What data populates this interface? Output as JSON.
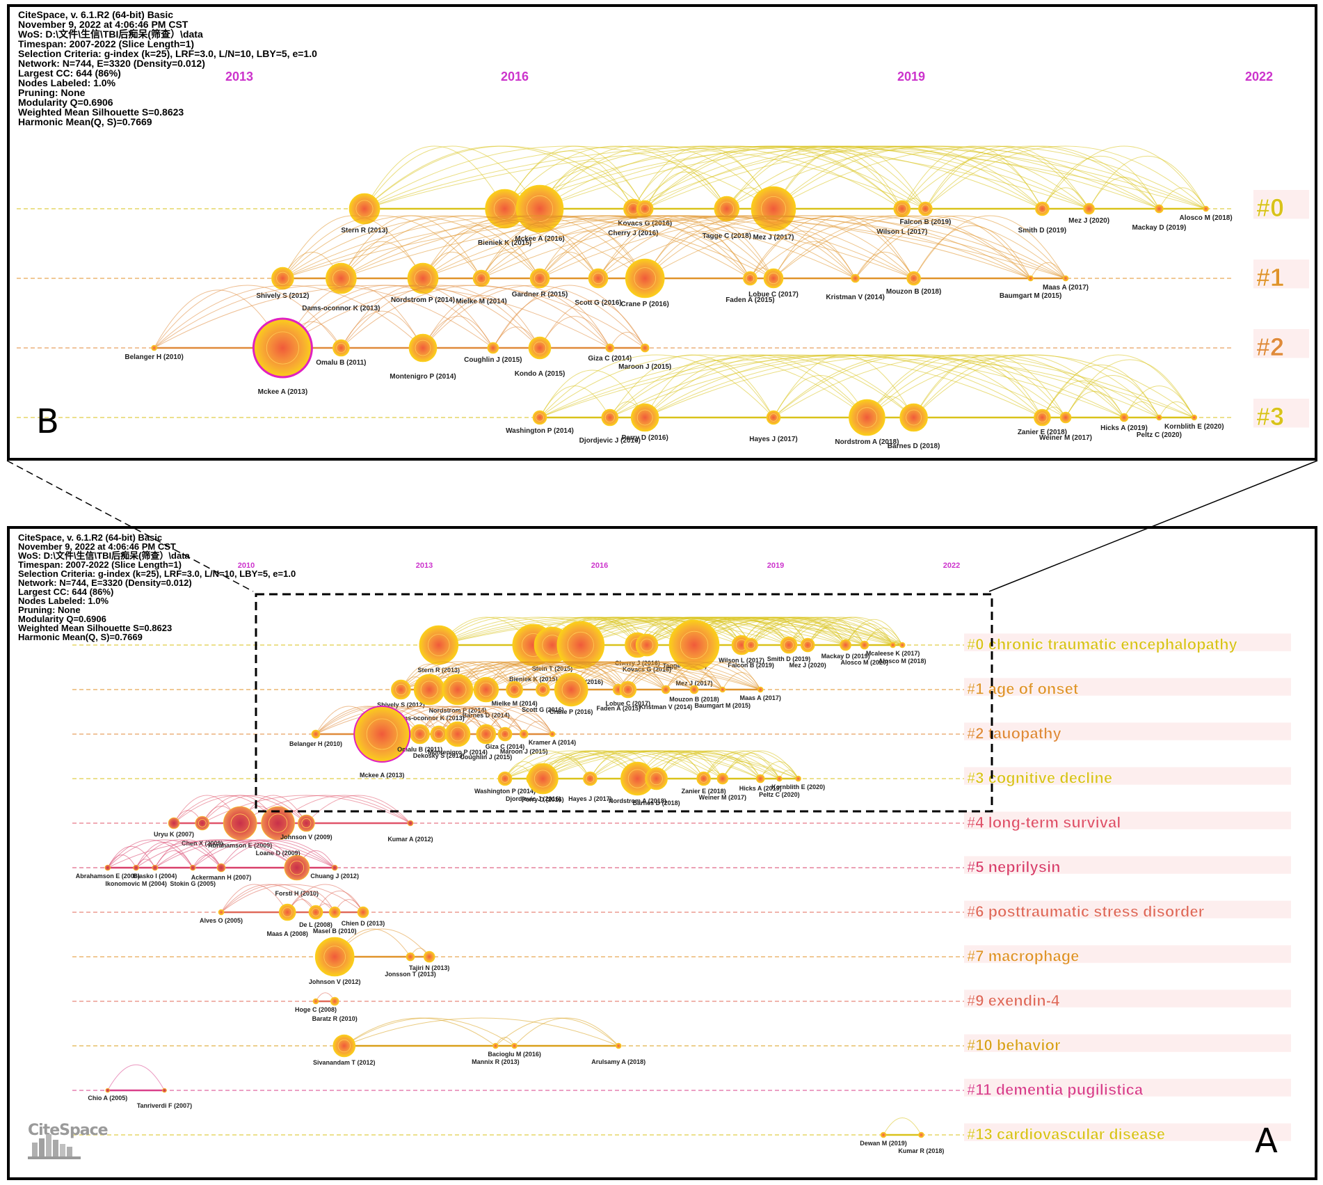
{
  "info": {
    "lines": [
      "CiteSpace, v. 6.1.R2 (64-bit) Basic",
      "November 9, 2022 at 4:06:46 PM CST",
      "WoS: D:\\文件\\生信\\TBI后痴呆(筛查）\\data",
      "Timespan: 2007-2022 (Slice Length=1)",
      "Selection Criteria: g-index (k=25), LRF=3.0, L/N=10, LBY=5, e=1.0",
      "Network: N=744, E=3320 (Density=0.012)",
      "Largest CC: 644 (86%)",
      "Nodes Labeled: 1.0%",
      "Pruning: None",
      "Modularity Q=0.6906",
      "Weighted Mean Silhouette S=0.8623",
      "Harmonic Mean(Q, S)=0.7669"
    ]
  },
  "panel_a": {
    "letter": "A",
    "logo_text": "CiteSpace",
    "years": [
      "2010",
      "2013",
      "2016",
      "2019",
      "2022"
    ],
    "clusters": [
      {
        "label": "#0 chronic traumatic encephalopathy",
        "color": "#d9c21a",
        "nodes": [
          {
            "t": 0.38,
            "r": 28,
            "label": "Stern R (2013)"
          },
          {
            "t": 0.48,
            "r": 30,
            "label": "Bieniek K (2015)"
          },
          {
            "t": 0.5,
            "r": 26,
            "label": "Stein T (2015)"
          },
          {
            "t": 0.53,
            "r": 34,
            "label": "Mckee A (2016)"
          },
          {
            "t": 0.59,
            "r": 18,
            "label": "Cherry J (2016)"
          },
          {
            "t": 0.6,
            "r": 16,
            "label": "Kovacs G (2016)"
          },
          {
            "t": 0.64,
            "r": 22,
            "label": "Tagge C (2018)"
          },
          {
            "t": 0.65,
            "r": 36,
            "label": "Mez J (2017)"
          },
          {
            "t": 0.7,
            "r": 14,
            "label": "Wilson L (2017)"
          },
          {
            "t": 0.71,
            "r": 10,
            "label": "Falcon B (2019)"
          },
          {
            "t": 0.75,
            "r": 12,
            "label": "Smith D (2019)"
          },
          {
            "t": 0.77,
            "r": 10,
            "label": "Mez J (2020)"
          },
          {
            "t": 0.81,
            "r": 8,
            "label": "Mackay D (2019)"
          },
          {
            "t": 0.83,
            "r": 6,
            "label": "Alosco M (2020)"
          },
          {
            "t": 0.86,
            "r": 4,
            "label": "Mcaleese K (2017)"
          },
          {
            "t": 0.87,
            "r": 4,
            "label": "Alosco M (2018)"
          }
        ]
      },
      {
        "label": "#1 age of onset",
        "color": "#e0932a",
        "nodes": [
          {
            "t": 0.34,
            "r": 14,
            "label": "Shively S (2012)"
          },
          {
            "t": 0.37,
            "r": 22,
            "label": "Dams-oconnor K (2013)"
          },
          {
            "t": 0.4,
            "r": 22,
            "label": "Nordstrom P (2014)"
          },
          {
            "t": 0.43,
            "r": 18,
            "label": "Barnes D (2014)"
          },
          {
            "t": 0.46,
            "r": 12,
            "label": "Mielke M (2014)"
          },
          {
            "t": 0.49,
            "r": 10,
            "label": "Scott G (2016)"
          },
          {
            "t": 0.52,
            "r": 24,
            "label": "Crane P (2016)"
          },
          {
            "t": 0.57,
            "r": 8,
            "label": "Faden A (2015)"
          },
          {
            "t": 0.58,
            "r": 12,
            "label": "Lobue C (2017)"
          },
          {
            "t": 0.62,
            "r": 6,
            "label": "Kristman V (2014)"
          },
          {
            "t": 0.65,
            "r": 6,
            "label": "Mouzon B (2018)"
          },
          {
            "t": 0.68,
            "r": 4,
            "label": "Baumgart M (2015)"
          },
          {
            "t": 0.72,
            "r": 4,
            "label": "Maas A (2017)"
          }
        ]
      },
      {
        "label": "#2 tauopathy",
        "color": "#e08a3a",
        "nodes": [
          {
            "t": 0.25,
            "r": 6,
            "label": "Belanger H (2010)"
          },
          {
            "t": 0.32,
            "r": 40,
            "label": "Mckee A (2013)"
          },
          {
            "t": 0.36,
            "r": 14,
            "label": "Omalu B (2011)"
          },
          {
            "t": 0.38,
            "r": 12,
            "label": "Dekosky S (2013)"
          },
          {
            "t": 0.4,
            "r": 18,
            "label": "Montenigro P (2014)"
          },
          {
            "t": 0.43,
            "r": 14,
            "label": "Coughlin J (2015)"
          },
          {
            "t": 0.45,
            "r": 10,
            "label": "Giza C (2014)"
          },
          {
            "t": 0.47,
            "r": 6,
            "label": "Maroon J (2015)"
          },
          {
            "t": 0.5,
            "r": 4,
            "label": "Kramer A (2014)"
          }
        ]
      },
      {
        "label": "#3 cognitive decline",
        "color": "#d9c21a",
        "nodes": [
          {
            "t": 0.45,
            "r": 10,
            "label": "Washington P (2014)"
          },
          {
            "t": 0.48,
            "r": 10,
            "label": "Djordjevic J (2016)"
          },
          {
            "t": 0.49,
            "r": 22,
            "label": "Perry D (2016)"
          },
          {
            "t": 0.54,
            "r": 10,
            "label": "Hayes J (2017)"
          },
          {
            "t": 0.59,
            "r": 24,
            "label": "Nordstrom A (2018)"
          },
          {
            "t": 0.61,
            "r": 16,
            "label": "Barnes D (2018)"
          },
          {
            "t": 0.66,
            "r": 10,
            "label": "Zanier E (2018)"
          },
          {
            "t": 0.68,
            "r": 8,
            "label": "Weiner M (2017)"
          },
          {
            "t": 0.72,
            "r": 6,
            "label": "Hicks A (2019)"
          },
          {
            "t": 0.74,
            "r": 4,
            "label": "Peltz C (2020)"
          },
          {
            "t": 0.76,
            "r": 4,
            "label": "Kornblith E (2020)"
          }
        ]
      },
      {
        "label": "#4 long-term survival",
        "color": "#e0546a",
        "nodes": [
          {
            "t": 0.1,
            "r": 8,
            "label": "Uryu K (2007)"
          },
          {
            "t": 0.13,
            "r": 10,
            "label": "Chen X (2009)"
          },
          {
            "t": 0.17,
            "r": 24,
            "label": "Abrahamson E (2009)"
          },
          {
            "t": 0.21,
            "r": 24,
            "label": "Loane D (2009)"
          },
          {
            "t": 0.24,
            "r": 12,
            "label": "Johnson V (2009)"
          },
          {
            "t": 0.35,
            "r": 4,
            "label": "Kumar A (2012)"
          }
        ]
      },
      {
        "label": "#5 neprilysin",
        "color": "#d9406a",
        "nodes": [
          {
            "t": 0.03,
            "r": 4,
            "label": "Abrahamson E (2006)"
          },
          {
            "t": 0.06,
            "r": 4,
            "label": "Ikonomovic M (2004)"
          },
          {
            "t": 0.08,
            "r": 4,
            "label": "Blasko I (2004)"
          },
          {
            "t": 0.12,
            "r": 4,
            "label": "Stokin G (2005)"
          },
          {
            "t": 0.15,
            "r": 6,
            "label": "Ackermann H (2007)"
          },
          {
            "t": 0.23,
            "r": 18,
            "label": "Forstl H (2010)"
          },
          {
            "t": 0.27,
            "r": 4,
            "label": "Chuang J (2012)"
          }
        ]
      },
      {
        "label": "#6 posttraumatic stress disorder",
        "color": "#e06a5a",
        "nodes": [
          {
            "t": 0.15,
            "r": 4,
            "label": "Alves O (2005)"
          },
          {
            "t": 0.22,
            "r": 12,
            "label": "Maas A (2008)"
          },
          {
            "t": 0.25,
            "r": 10,
            "label": "De L (2008)"
          },
          {
            "t": 0.27,
            "r": 8,
            "label": "Masel B (2010)"
          },
          {
            "t": 0.3,
            "r": 8,
            "label": "Chien D (2013)"
          }
        ]
      },
      {
        "label": "#7 macrophage",
        "color": "#e0932a",
        "nodes": [
          {
            "t": 0.27,
            "r": 28,
            "label": "Johnson V (2012)"
          },
          {
            "t": 0.35,
            "r": 6,
            "label": "Jonsson T (2013)"
          },
          {
            "t": 0.37,
            "r": 8,
            "label": "Tajiri N (2013)"
          }
        ]
      },
      {
        "label": "#9 exendin-4",
        "color": "#e06a5a",
        "nodes": [
          {
            "t": 0.25,
            "r": 4,
            "label": "Hoge C (2008)"
          },
          {
            "t": 0.27,
            "r": 6,
            "label": "Baratz R (2010)"
          }
        ]
      },
      {
        "label": "#10 behavior",
        "color": "#d9a01a",
        "nodes": [
          {
            "t": 0.28,
            "r": 16,
            "label": "Sivanandam T (2012)"
          },
          {
            "t": 0.44,
            "r": 4,
            "label": "Mannix R (2013)"
          },
          {
            "t": 0.46,
            "r": 4,
            "label": "Bacioglu M (2016)"
          },
          {
            "t": 0.57,
            "r": 4,
            "label": "Arulsamy A (2018)"
          }
        ]
      },
      {
        "label": "#11 dementia pugilistica",
        "color": "#d9408a",
        "nodes": [
          {
            "t": 0.03,
            "r": 3,
            "label": "Chio A (2005)"
          },
          {
            "t": 0.09,
            "r": 3,
            "label": "Tanriverdi F (2007)"
          }
        ]
      },
      {
        "label": "#13 cardiovascular disease",
        "color": "#d9c21a",
        "nodes": [
          {
            "t": 0.85,
            "r": 4,
            "label": "Dewan M (2019)"
          },
          {
            "t": 0.89,
            "r": 4,
            "label": "Kumar R (2018)"
          }
        ]
      }
    ]
  },
  "panel_b": {
    "letter": "B",
    "years": [
      "2013",
      "2016",
      "2019",
      "2022"
    ],
    "clusters": [
      {
        "label": "#0",
        "color": "#d9c21a",
        "nodes": [
          {
            "t": 0.25,
            "r": 22,
            "label": "Stern R (2013)"
          },
          {
            "t": 0.37,
            "r": 28,
            "label": "Bieniek K (2015)"
          },
          {
            "t": 0.4,
            "r": 34,
            "label": "Mckee A (2016)"
          },
          {
            "t": 0.48,
            "r": 14,
            "label": "Cherry J (2016)"
          },
          {
            "t": 0.49,
            "r": 12,
            "label": "Kovacs G (2016)"
          },
          {
            "t": 0.56,
            "r": 18,
            "label": "Tagge C (2018)"
          },
          {
            "t": 0.6,
            "r": 32,
            "label": "Mez J (2017)"
          },
          {
            "t": 0.71,
            "r": 12,
            "label": "Wilson L (2017)"
          },
          {
            "t": 0.73,
            "r": 10,
            "label": "Falcon B (2019)"
          },
          {
            "t": 0.83,
            "r": 10,
            "label": "Smith D (2019)"
          },
          {
            "t": 0.87,
            "r": 8,
            "label": "Mez J (2020)"
          },
          {
            "t": 0.93,
            "r": 6,
            "label": "Mackay D (2019)"
          },
          {
            "t": 0.97,
            "r": 4,
            "label": "Alosco M (2018)"
          }
        ]
      },
      {
        "label": "#1",
        "color": "#e0932a",
        "nodes": [
          {
            "t": 0.18,
            "r": 16,
            "label": "Shively S (2012)"
          },
          {
            "t": 0.23,
            "r": 22,
            "label": "Dams-oconnor K (2013)"
          },
          {
            "t": 0.3,
            "r": 22,
            "label": "Nordstrom P (2014)"
          },
          {
            "t": 0.35,
            "r": 12,
            "label": "Mielke M (2014)"
          },
          {
            "t": 0.4,
            "r": 14,
            "label": "Gardner R (2015)"
          },
          {
            "t": 0.45,
            "r": 14,
            "label": "Scott G (2016)"
          },
          {
            "t": 0.49,
            "r": 28,
            "label": "Crane P (2016)"
          },
          {
            "t": 0.58,
            "r": 10,
            "label": "Faden A (2015)"
          },
          {
            "t": 0.6,
            "r": 14,
            "label": "Lobue C (2017)"
          },
          {
            "t": 0.67,
            "r": 6,
            "label": "Kristman V (2014)"
          },
          {
            "t": 0.72,
            "r": 10,
            "label": "Mouzon B (2018)"
          },
          {
            "t": 0.82,
            "r": 4,
            "label": "Baumgart M (2015)"
          },
          {
            "t": 0.85,
            "r": 4,
            "label": "Maas A (2017)"
          }
        ]
      },
      {
        "label": "#2",
        "color": "#e08a3a",
        "nodes": [
          {
            "t": 0.07,
            "r": 4,
            "label": "Belanger H (2010)"
          },
          {
            "t": 0.18,
            "r": 42,
            "label": "Mckee A (2013)"
          },
          {
            "t": 0.23,
            "r": 12,
            "label": "Omalu B (2011)"
          },
          {
            "t": 0.3,
            "r": 20,
            "label": "Montenigro P (2014)"
          },
          {
            "t": 0.36,
            "r": 8,
            "label": "Coughlin J (2015)"
          },
          {
            "t": 0.4,
            "r": 16,
            "label": "Kondo A (2015)"
          },
          {
            "t": 0.46,
            "r": 6,
            "label": "Giza C (2014)"
          },
          {
            "t": 0.49,
            "r": 6,
            "label": "Maroon J (2015)"
          }
        ]
      },
      {
        "label": "#3",
        "color": "#d9c21a",
        "nodes": [
          {
            "t": 0.4,
            "r": 10,
            "label": "Washington P (2014)"
          },
          {
            "t": 0.46,
            "r": 12,
            "label": "Djordjevic J (2016)"
          },
          {
            "t": 0.49,
            "r": 20,
            "label": "Perry D (2016)"
          },
          {
            "t": 0.6,
            "r": 10,
            "label": "Hayes J (2017)"
          },
          {
            "t": 0.68,
            "r": 26,
            "label": "Nordstrom A (2018)"
          },
          {
            "t": 0.72,
            "r": 20,
            "label": "Barnes D (2018)"
          },
          {
            "t": 0.83,
            "r": 12,
            "label": "Zanier E (2018)"
          },
          {
            "t": 0.85,
            "r": 8,
            "label": "Weiner M (2017)"
          },
          {
            "t": 0.9,
            "r": 6,
            "label": "Hicks A (2019)"
          },
          {
            "t": 0.93,
            "r": 4,
            "label": "Peltz C (2020)"
          },
          {
            "t": 0.96,
            "r": 4,
            "label": "Kornblith E (2020)"
          }
        ]
      }
    ]
  },
  "colors": {
    "year_label": "#cc33cc",
    "highlight_ring": "#e020c0",
    "frame": "#000000"
  }
}
